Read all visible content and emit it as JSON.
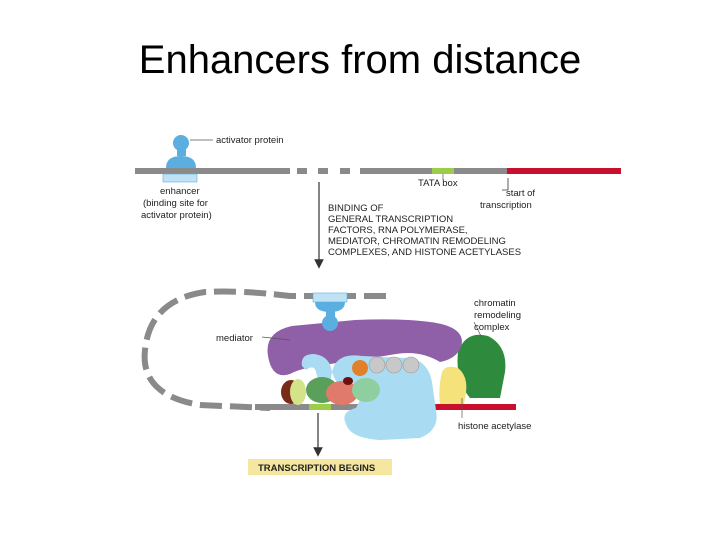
{
  "slide": {
    "title": "Enhancers from distance"
  },
  "labels": {
    "activator_protein": "activator protein",
    "enhancer": [
      "enhancer",
      "(binding site for",
      "activator protein)"
    ],
    "tata_box": "TATA box",
    "start_of_transcription": [
      "start of",
      "transcription"
    ],
    "binding_step": [
      "BINDING OF",
      "GENERAL TRANSCRIPTION",
      "FACTORS, RNA POLYMERASE,",
      "MEDIATOR, CHROMATIN REMODELING",
      "COMPLEXES, AND HISTONE ACETYLASES"
    ],
    "chromatin_remodeling": [
      "chromatin",
      "remodeling",
      "complex"
    ],
    "mediator": "mediator",
    "histone_acetylase": "histone acetylase",
    "transcription_begins": "TRANSCRIPTION BEGINS"
  },
  "colors": {
    "dna": "#8a8a8a",
    "activator": "#5aaee0",
    "enhancer_site": "#bfe3f5",
    "tata_box": "#9ccc4a",
    "coding_region": "#c8102e",
    "mediator": "#8f5fa8",
    "remodeling_complex": "#2e8b3e",
    "histone_acetylase": "#f5e27a",
    "rna_polymerase": "#a9dcf2",
    "transcription_begins_bg": "#f5e6a0"
  }
}
